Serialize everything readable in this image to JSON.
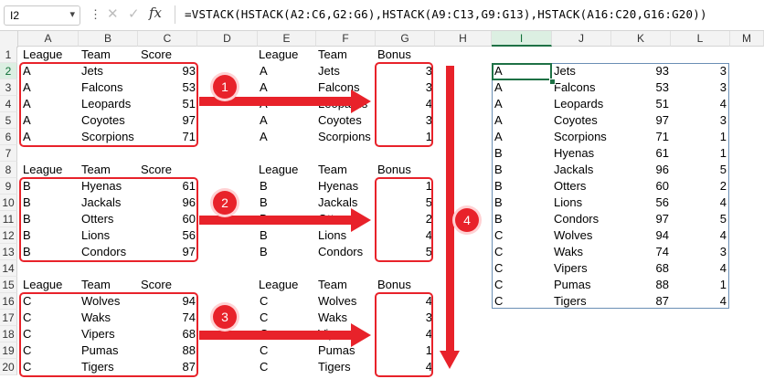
{
  "formula_bar": {
    "namebox": "I2",
    "namebox_dropdown_icon": "chevron-down-icon",
    "dots": "⋮",
    "cancel_icon": "✕",
    "enter_icon": "✓",
    "fx_label": "fx",
    "formula": "=VSTACK(HSTACK(A2:C6,G2:G6),HSTACK(A9:C13,G9:G13),HSTACK(A16:C20,G16:G20))"
  },
  "columns": [
    "A",
    "B",
    "C",
    "D",
    "E",
    "F",
    "G",
    "H",
    "I",
    "J",
    "K",
    "L",
    "M"
  ],
  "rows": [
    "1",
    "2",
    "3",
    "4",
    "5",
    "6",
    "7",
    "8",
    "9",
    "10",
    "11",
    "12",
    "13",
    "14",
    "15",
    "16",
    "17",
    "18",
    "19",
    "20"
  ],
  "headers": {
    "league": "League",
    "team": "Team",
    "score": "Score",
    "bonus": "Bonus"
  },
  "group1": [
    {
      "league": "A",
      "team": "Jets",
      "score": "93",
      "bonus": "3"
    },
    {
      "league": "A",
      "team": "Falcons",
      "score": "53",
      "bonus": "3"
    },
    {
      "league": "A",
      "team": "Leopards",
      "score": "51",
      "bonus": "4"
    },
    {
      "league": "A",
      "team": "Coyotes",
      "score": "97",
      "bonus": "3"
    },
    {
      "league": "A",
      "team": "Scorpions",
      "score": "71",
      "bonus": "1"
    }
  ],
  "group2": [
    {
      "league": "B",
      "team": "Hyenas",
      "score": "61",
      "bonus": "1"
    },
    {
      "league": "B",
      "team": "Jackals",
      "score": "96",
      "bonus": "5"
    },
    {
      "league": "B",
      "team": "Otters",
      "score": "60",
      "bonus": "2"
    },
    {
      "league": "B",
      "team": "Lions",
      "score": "56",
      "bonus": "4"
    },
    {
      "league": "B",
      "team": "Condors",
      "score": "97",
      "bonus": "5"
    }
  ],
  "group3": [
    {
      "league": "C",
      "team": "Wolves",
      "score": "94",
      "bonus": "4"
    },
    {
      "league": "C",
      "team": "Waks",
      "score": "74",
      "bonus": "3"
    },
    {
      "league": "C",
      "team": "Vipers",
      "score": "68",
      "bonus": "4"
    },
    {
      "league": "C",
      "team": "Pumas",
      "score": "88",
      "bonus": "1"
    },
    {
      "league": "C",
      "team": "Tigers",
      "score": "87",
      "bonus": "4"
    }
  ],
  "output": [
    {
      "league": "A",
      "team": "Jets",
      "score": "93",
      "bonus": "3"
    },
    {
      "league": "A",
      "team": "Falcons",
      "score": "53",
      "bonus": "3"
    },
    {
      "league": "A",
      "team": "Leopards",
      "score": "51",
      "bonus": "4"
    },
    {
      "league": "A",
      "team": "Coyotes",
      "score": "97",
      "bonus": "3"
    },
    {
      "league": "A",
      "team": "Scorpions",
      "score": "71",
      "bonus": "1"
    },
    {
      "league": "B",
      "team": "Hyenas",
      "score": "61",
      "bonus": "1"
    },
    {
      "league": "B",
      "team": "Jackals",
      "score": "96",
      "bonus": "5"
    },
    {
      "league": "B",
      "team": "Otters",
      "score": "60",
      "bonus": "2"
    },
    {
      "league": "B",
      "team": "Lions",
      "score": "56",
      "bonus": "4"
    },
    {
      "league": "B",
      "team": "Condors",
      "score": "97",
      "bonus": "5"
    },
    {
      "league": "C",
      "team": "Wolves",
      "score": "94",
      "bonus": "4"
    },
    {
      "league": "C",
      "team": "Waks",
      "score": "74",
      "bonus": "3"
    },
    {
      "league": "C",
      "team": "Vipers",
      "score": "68",
      "bonus": "4"
    },
    {
      "league": "C",
      "team": "Pumas",
      "score": "88",
      "bonus": "1"
    },
    {
      "league": "C",
      "team": "Tigers",
      "score": "87",
      "bonus": "4"
    }
  ],
  "annotations": {
    "step1": "1",
    "step2": "2",
    "step3": "3",
    "step4": "4",
    "color": "#e8222a"
  }
}
